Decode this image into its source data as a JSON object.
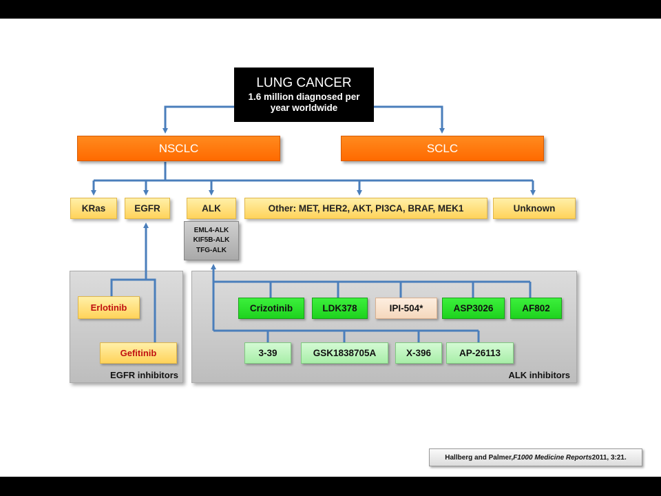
{
  "root": {
    "title": "LUNG CANCER",
    "subtitle_line1": "1.6 million diagnosed per",
    "subtitle_line2": "year worldwide"
  },
  "level1": {
    "nsclc": "NSCLC",
    "sclc": "SCLC"
  },
  "level2": {
    "kras": "KRas",
    "egfr": "EGFR",
    "alk": "ALK",
    "other": "Other: MET, HER2, AKT, PI3CA, BRAF, MEK1",
    "unknown": "Unknown"
  },
  "alk_fusions": [
    "EML4-ALK",
    "KIF5B-ALK",
    "TFG-ALK"
  ],
  "egfr_inhibitors": {
    "label": "EGFR inhibitors",
    "items": [
      "Erlotinib",
      "Gefitinib"
    ]
  },
  "alk_inhibitors": {
    "label": "ALK inhibitors",
    "row1": [
      "Crizotinib",
      "LDK378",
      "IPI-504*",
      "ASP3026",
      "AF802"
    ],
    "row2": [
      "3-39",
      "GSK1838705A",
      "X-396",
      "AP-26113"
    ]
  },
  "citation": {
    "authors": "Hallberg and Palmer, ",
    "journal": "F1000 Medicine Reports",
    "ref": " 2011, 3:21."
  },
  "colors": {
    "connector": "#4a7ebb",
    "orange": "#ff6a00",
    "yellow": "#ffd35a",
    "green": "#1ed21e",
    "light_green": "#a8eea8"
  }
}
